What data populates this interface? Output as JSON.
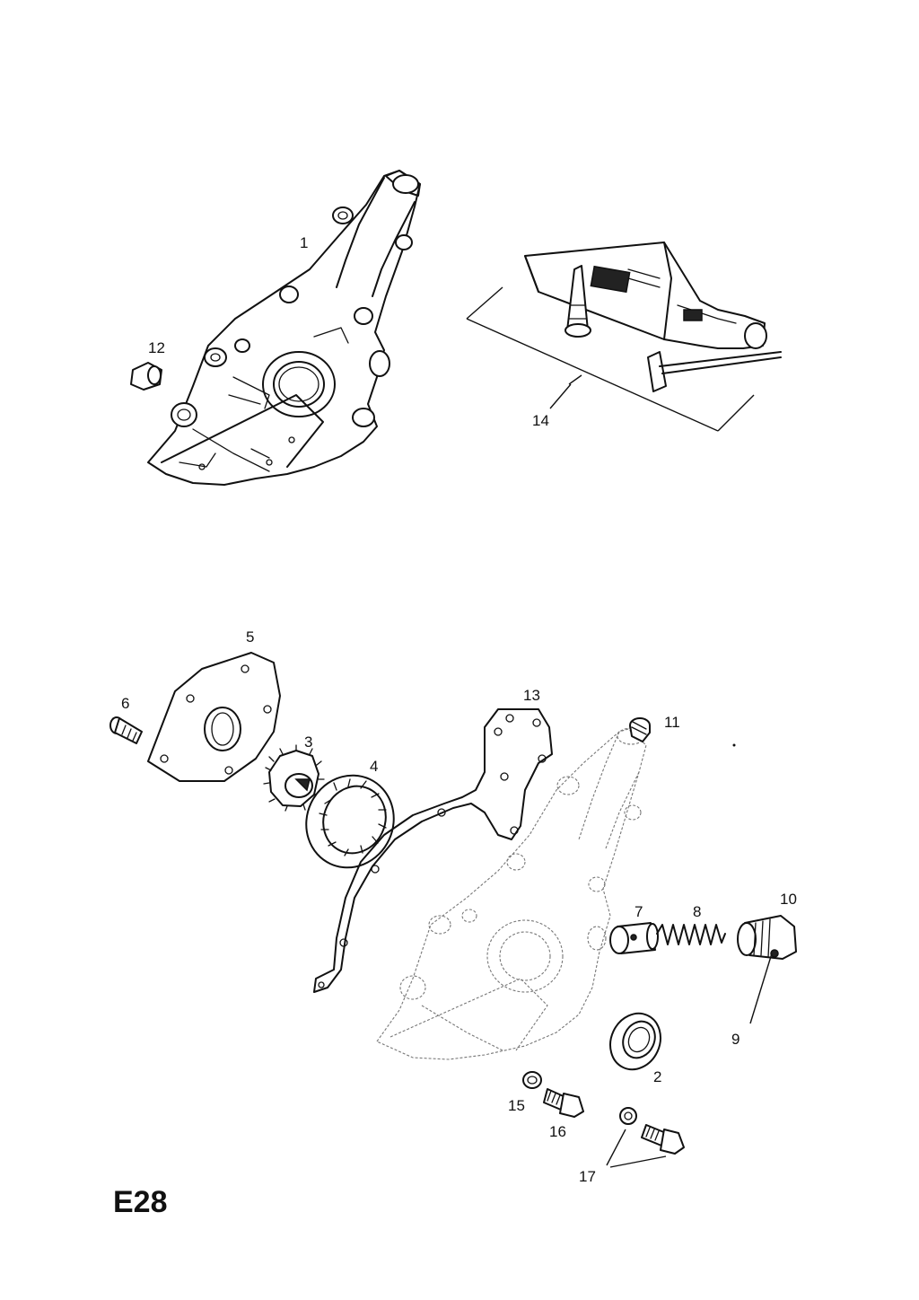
{
  "callouts": {
    "c1": "1",
    "c2": "2",
    "c3": "3",
    "c4": "4",
    "c5": "5",
    "c6": "6",
    "c7": "7",
    "c8": "8",
    "c9": "9",
    "c10": "10",
    "c11": "11",
    "c12": "12",
    "c13": "13",
    "c14": "14",
    "c15": "15",
    "c16": "16",
    "c17": "17"
  },
  "diagram_code": "E28"
}
